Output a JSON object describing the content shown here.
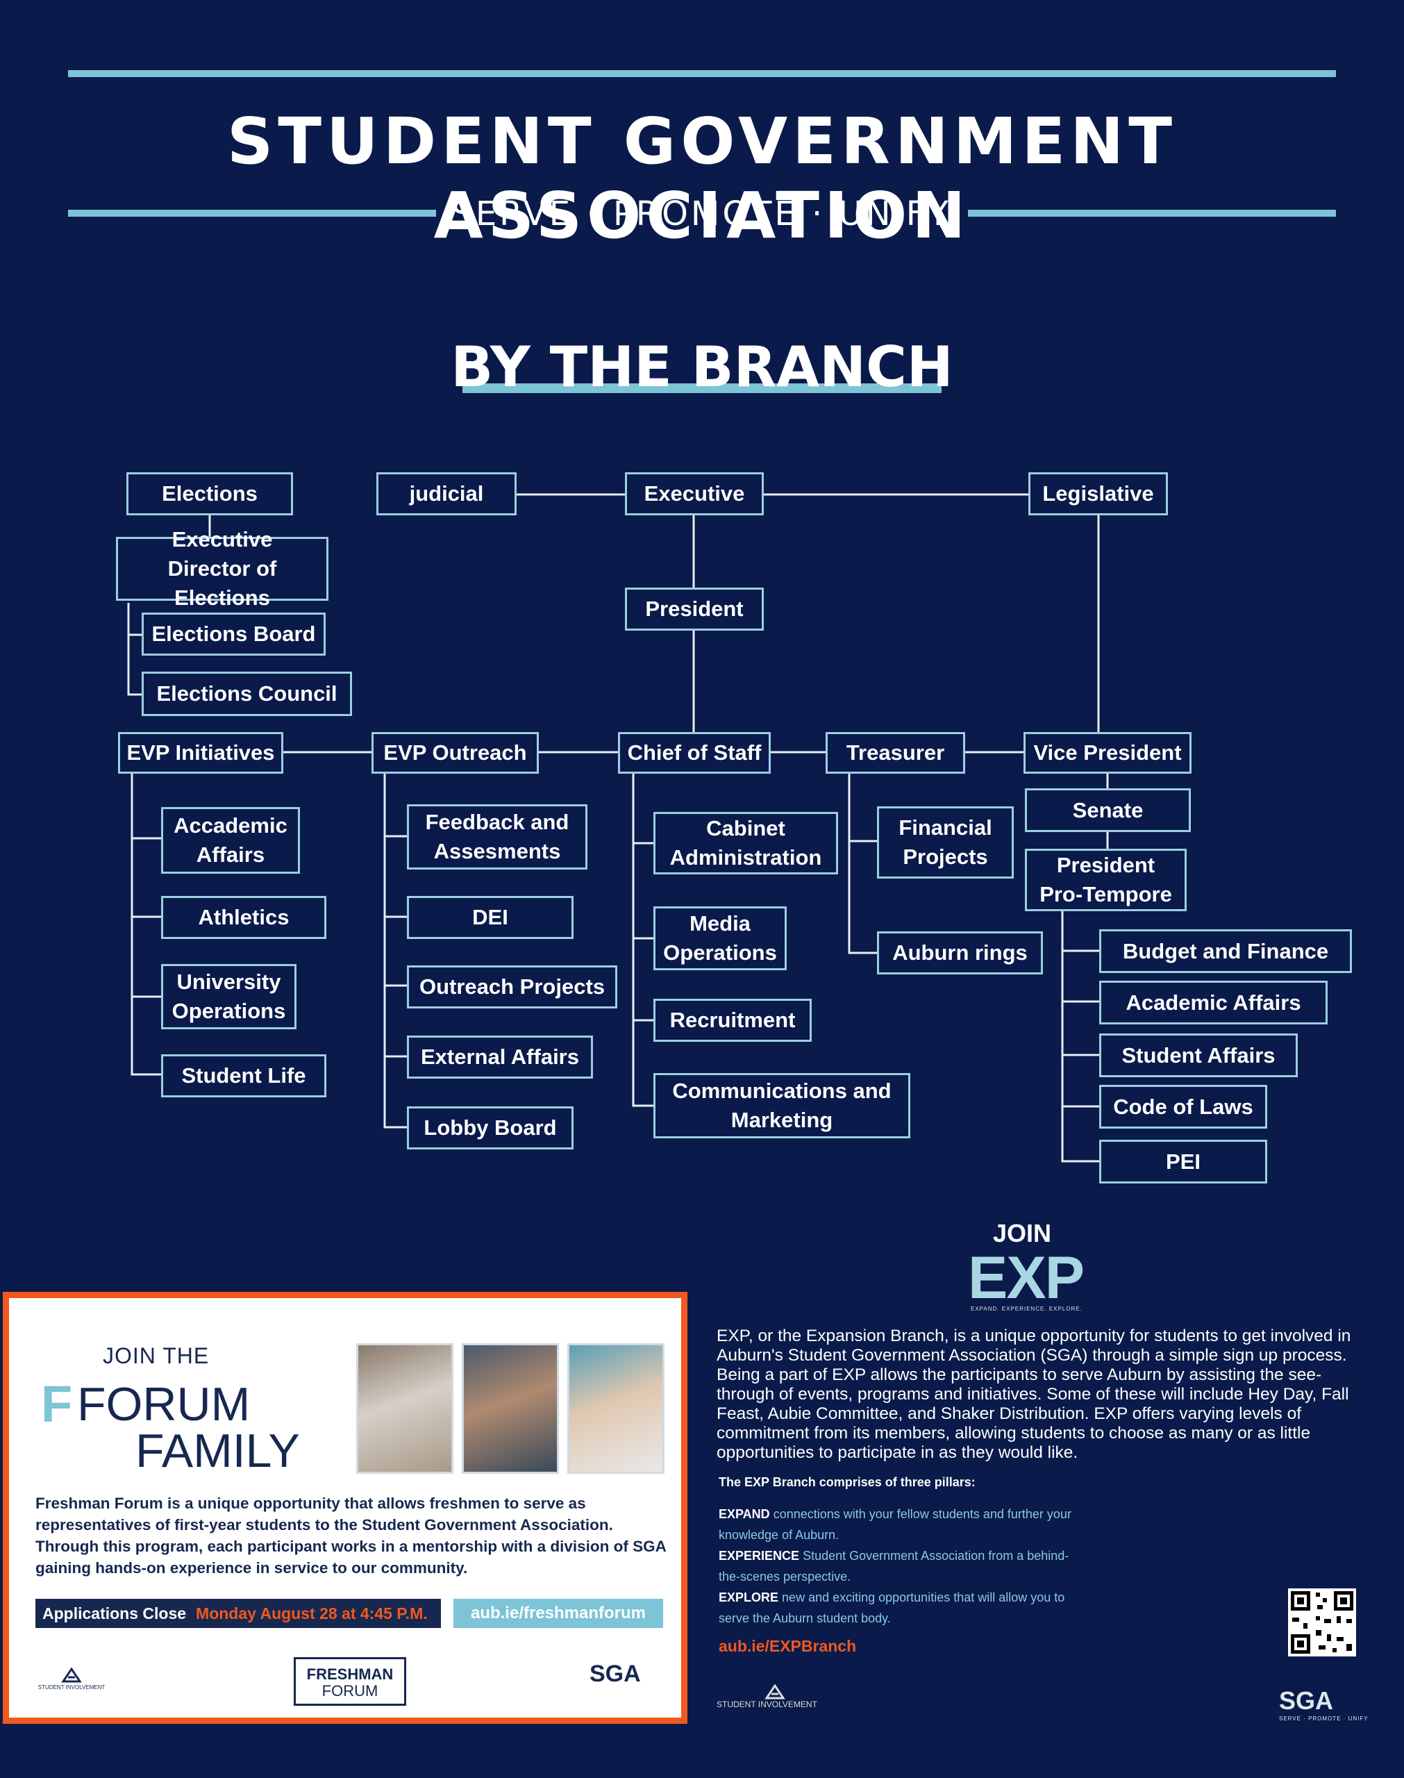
{
  "header": {
    "title": "STUDENT GOVERNMENT ASSOCIATION",
    "tagline": "SERVE · PROMOTE · UNIFY"
  },
  "org_chart": {
    "heading": "BY THE BRANCH",
    "nodes": {
      "elections": "Elections",
      "exec_dir_elections": "Executive Director of Elections",
      "elections_board": "Elections Board",
      "elections_council": "Elections Council",
      "judicial": "judicial",
      "executive": "Executive",
      "legislative": "Legislative",
      "president": "President",
      "evp_initiatives": "EVP Initiatives",
      "evp_outreach": "EVP Outreach",
      "chief_of_staff": "Chief of Staff",
      "treasurer": "Treasurer",
      "vice_president": "Vice President",
      "academic_affairs_evp": "Accademic Affairs",
      "athletics": "Athletics",
      "university_operations": "University Operations",
      "student_life": "Student Life",
      "feedback": "Feedback and Assesments",
      "dei": "DEI",
      "outreach_projects": "Outreach Projects",
      "external_affairs": "External Affairs",
      "lobby_board": "Lobby Board",
      "cabinet_admin": "Cabinet Administration",
      "media_ops": "Media Operations",
      "recruitment": "Recruitment",
      "comms_marketing": "Communications and Marketing",
      "financial_projects": "Financial Projects",
      "auburn_rings": "Auburn rings",
      "senate": "Senate",
      "president_pro_tempore": "President Pro-Tempore",
      "budget_finance": "Budget and Finance",
      "academic_affairs_senate": "Academic Affairs",
      "student_affairs": "Student Affairs",
      "code_of_laws": "Code of Laws",
      "pei": "PEI"
    }
  },
  "freshman_forum": {
    "join_the": "JOIN THE",
    "forum_mark": "F",
    "forum_word": "FORUM",
    "family_word": "FAMILY",
    "description": "Freshman Forum is a unique opportunity that allows freshmen to serve as representatives of first-year students to the Student Government Association. Through this program, each participant works in a mentorship with a division of SGA gaining hands-on experience in service to our community.",
    "applications_label": "Applications Close",
    "applications_date": "Monday August 28 at 4:45 P.M.",
    "url": "aub.ie/freshmanforum",
    "logo_line1": "FRESHMAN",
    "logo_line2": "FORUM",
    "student_involvement": "STUDENT INVOLVEMENT",
    "sga": "SGA"
  },
  "exp": {
    "join": "JOIN",
    "logo": "EXP",
    "logo_sub": "EXPAND. EXPERIENCE. EXPLORE.",
    "description": "EXP, or the Expansion Branch, is a unique opportunity for students to get involved in Auburn's Student Government Association (SGA) through a simple sign up process. Being a part of EXP allows the participants to serve Auburn by assisting the see-through of events, programs and initiatives. Some of these will include Hey Day, Fall Feast, Aubie Committee, and Shaker Distribution. EXP offers varying levels of commitment from its members, allowing students to choose as many or as little opportunities to participate in as they would like.",
    "pillars_title": "The EXP Branch comprises of three pillars:",
    "pillars": [
      {
        "key": "EXPAND",
        "text": "connections with your fellow students and further your knowledge of Auburn."
      },
      {
        "key": "EXPERIENCE",
        "text": "Student Government Association from a behind-the-scenes perspective."
      },
      {
        "key": "EXPLORE",
        "text": "new and exciting opportunities that will allow you to serve the Auburn student body."
      }
    ],
    "url": "aub.ie/EXPBranch",
    "student_involvement": "STUDENT INVOLVEMENT",
    "sga": "SGA",
    "sga_sub": "SERVE · PROMOTE · UNIFY"
  },
  "colors": {
    "background": "#0a1a4a",
    "accent": "#7cc4d6",
    "box_border": "#9ccfe0",
    "orange": "#f0591e"
  }
}
